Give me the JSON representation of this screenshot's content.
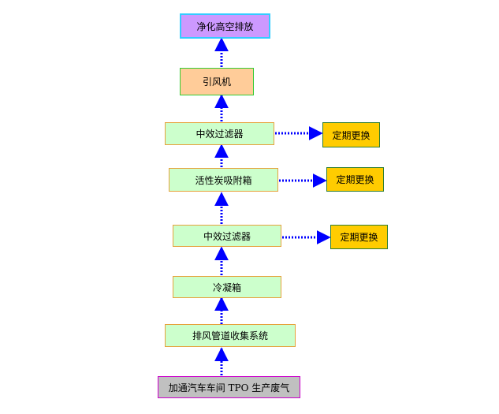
{
  "nodes": {
    "exhaust": "净化高空排放",
    "fan": "引风机",
    "filter_top": "中效过滤器",
    "carbon": "活性炭吸附箱",
    "filter_mid": "中效过滤器",
    "condenser": "冷凝箱",
    "collection": "排风管道收集系统",
    "source": "加通汽车车间 TPO 生产废气",
    "replace_1": "定期更换",
    "replace_2": "定期更换",
    "replace_3": "定期更换"
  },
  "colors": {
    "arrow": "#0000ff",
    "exhaust_fill": "#cc99ff",
    "exhaust_border": "#33ccff",
    "fan_fill": "#ffcc99",
    "fan_border": "#33cc33",
    "stage_fill": "#ccffcc",
    "stage_border": "#e6a23c",
    "replace_fill": "#ffcc00",
    "replace_border": "#2e7d32",
    "source_fill": "#c0c0c0",
    "source_border": "#cc00cc"
  }
}
